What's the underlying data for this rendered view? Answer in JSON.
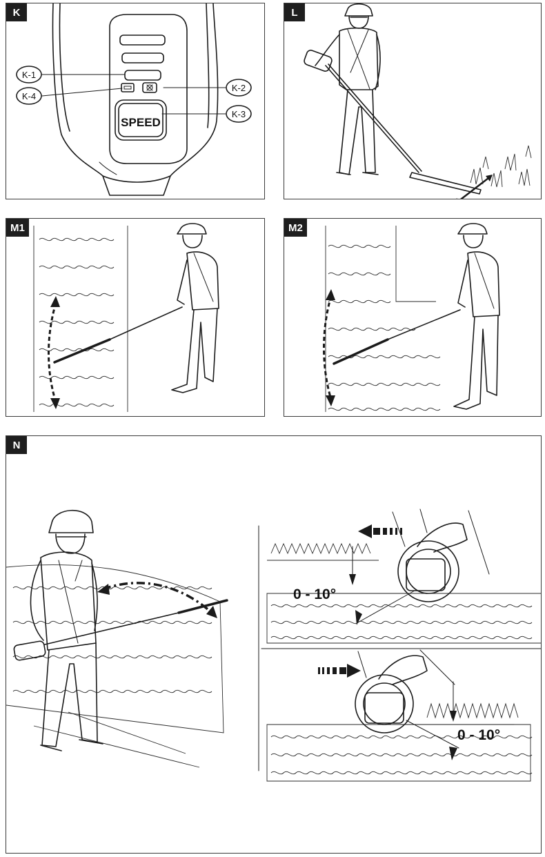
{
  "panels": {
    "k": {
      "tag": "K"
    },
    "l": {
      "tag": "L"
    },
    "m1": {
      "tag": "M1"
    },
    "m2": {
      "tag": "M2"
    },
    "n": {
      "tag": "N"
    }
  },
  "callouts": {
    "k1": "K-1",
    "k2": "K-2",
    "k3": "K-3",
    "k4": "K-4"
  },
  "speed_button_label": "SPEED",
  "angle_top": "0 - 10°",
  "angle_bottom": "0 - 10°",
  "icons": [
    "battery-level-icon",
    "blade-speed-icon",
    "double-arrow-icon",
    "dashed-direction-arrow-icon",
    "angle-marker-icon"
  ],
  "colors": {
    "ink": "#1a1a1a",
    "tag_background": "#1e1e1e",
    "tag_text": "#ffffff"
  }
}
